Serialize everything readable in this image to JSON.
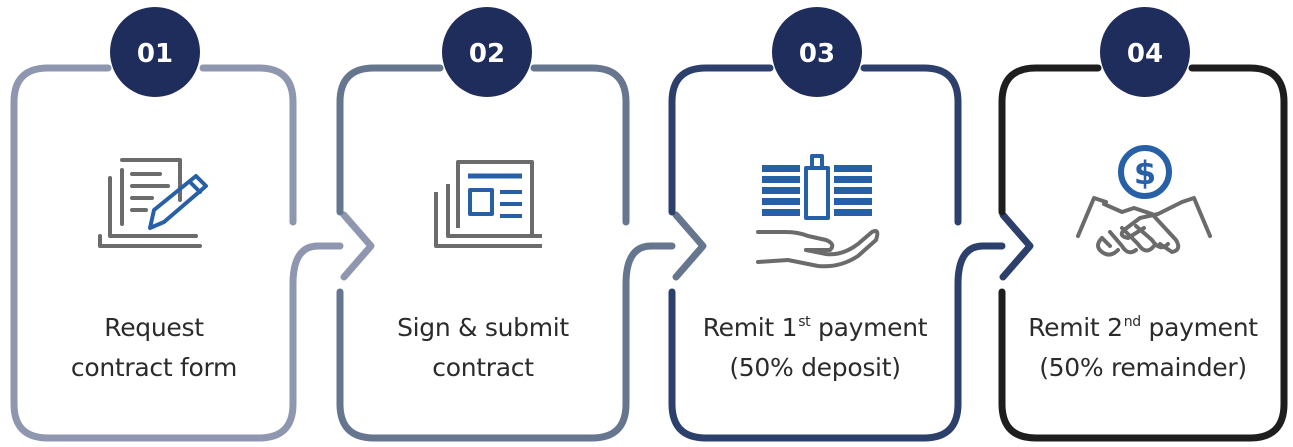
{
  "steps": [
    {
      "number": "01",
      "line1": "Request",
      "line2": "contract form",
      "icon": "document-pen-icon",
      "color": "#8f97b0"
    },
    {
      "number": "02",
      "line1": "Sign & submit",
      "line2": "contract",
      "icon": "newspaper-icon",
      "color": "#66768f"
    },
    {
      "number": "03",
      "line1_main": "Remit 1",
      "line1_sup": "st",
      "line1_tail": " payment",
      "line2": "(50% deposit)",
      "icon": "money-hand-icon",
      "color": "#2d3f6b"
    },
    {
      "number": "04",
      "line1_main": "Remit 2",
      "line1_sup": "nd",
      "line1_tail": " payment",
      "line2": "(50% remainder)",
      "icon": "handshake-dollar-icon",
      "color": "#1e1e1e"
    }
  ],
  "colors": {
    "badge": "#1f2d5c",
    "icon_gray": "#6b6b6b",
    "icon_blue": "#2860a8"
  }
}
